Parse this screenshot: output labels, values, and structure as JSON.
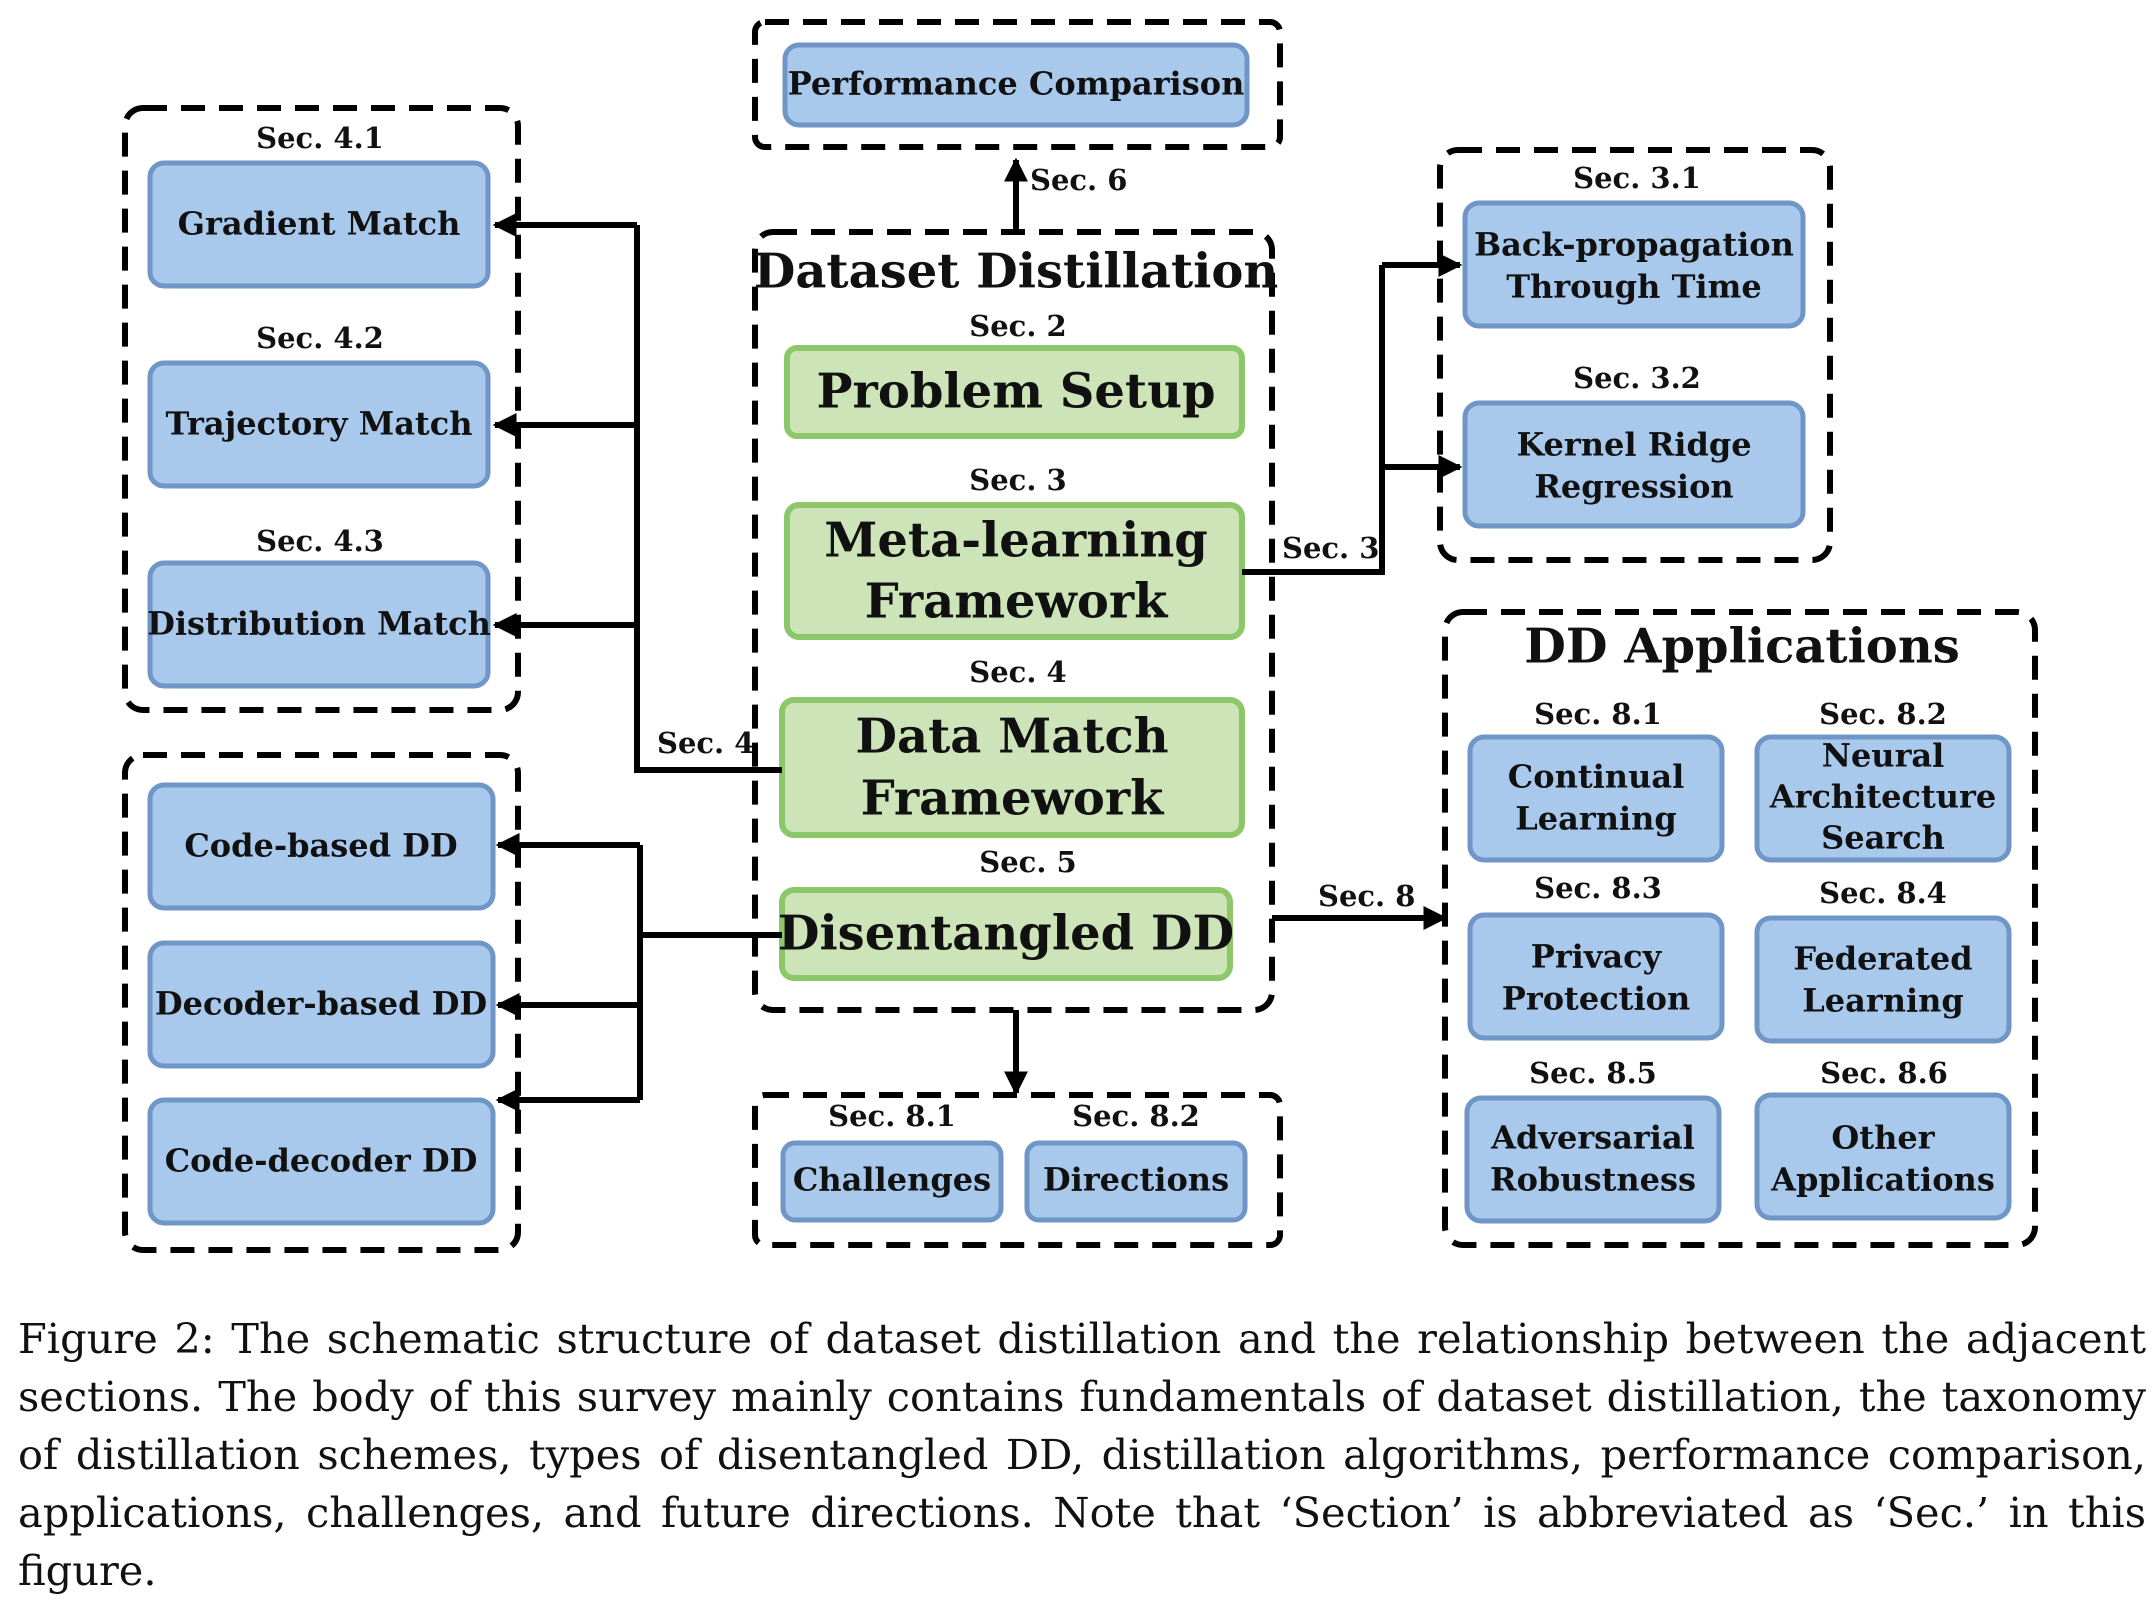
{
  "center": {
    "title": "Dataset Distillation",
    "problem_setup": {
      "sec": "Sec. 2",
      "label": "Problem Setup"
    },
    "meta_learning": {
      "sec": "Sec. 3",
      "line1": "Meta-learning",
      "line2": "Framework"
    },
    "data_match": {
      "sec": "Sec. 4",
      "line1": "Data Match",
      "line2": "Framework"
    },
    "disentangled": {
      "sec": "Sec. 5",
      "label": "Disentangled DD"
    }
  },
  "performance": {
    "label": "Performance Comparison",
    "sec": "Sec. 6"
  },
  "data_match_group": [
    {
      "sec": "Sec. 4.1",
      "label": "Gradient Match"
    },
    {
      "sec": "Sec. 4.2",
      "label": "Trajectory Match"
    },
    {
      "sec": "Sec. 4.3",
      "label": "Distribution Match"
    }
  ],
  "data_match_link": "Sec. 4",
  "disentangled_group": [
    {
      "label": "Code-based DD"
    },
    {
      "label": "Decoder-based DD"
    },
    {
      "label": "Code-decoder DD"
    }
  ],
  "meta_group": [
    {
      "sec": "Sec. 3.1",
      "line1": "Back-propagation",
      "line2": "Through Time"
    },
    {
      "sec": "Sec. 3.2",
      "line1": "Kernel Ridge",
      "line2": "Regression"
    }
  ],
  "meta_link": "Sec. 3",
  "applications": {
    "title": "DD Applications",
    "link": "Sec. 8",
    "items": [
      {
        "sec": "Sec. 8.1",
        "line1": "Continual",
        "line2": "Learning"
      },
      {
        "sec": "Sec. 8.2",
        "line1": "Neural",
        "line2": "Architecture",
        "line3": "Search"
      },
      {
        "sec": "Sec. 8.3",
        "line1": "Privacy",
        "line2": "Protection"
      },
      {
        "sec": "Sec. 8.4",
        "line1": "Federated",
        "line2": "Learning"
      },
      {
        "sec": "Sec. 8.5",
        "line1": "Adversarial",
        "line2": "Robustness"
      },
      {
        "sec": "Sec. 8.6",
        "line1": "Other",
        "line2": "Applications"
      }
    ]
  },
  "bottom_group": [
    {
      "sec": "Sec. 8.1",
      "label": "Challenges"
    },
    {
      "sec": "Sec. 8.2",
      "label": "Directions"
    }
  ],
  "caption": "Figure 2: The schematic structure of dataset distillation and the relationship between the adjacent sections. The body of this survey mainly contains fundamentals of dataset distillation, the taxonomy of distillation schemes, types of disentangled DD, distillation algorithms, performance comparison, applications, challenges, and future directions. Note that ‘Section’ is abbreviated as ‘Sec.’ in this figure."
}
